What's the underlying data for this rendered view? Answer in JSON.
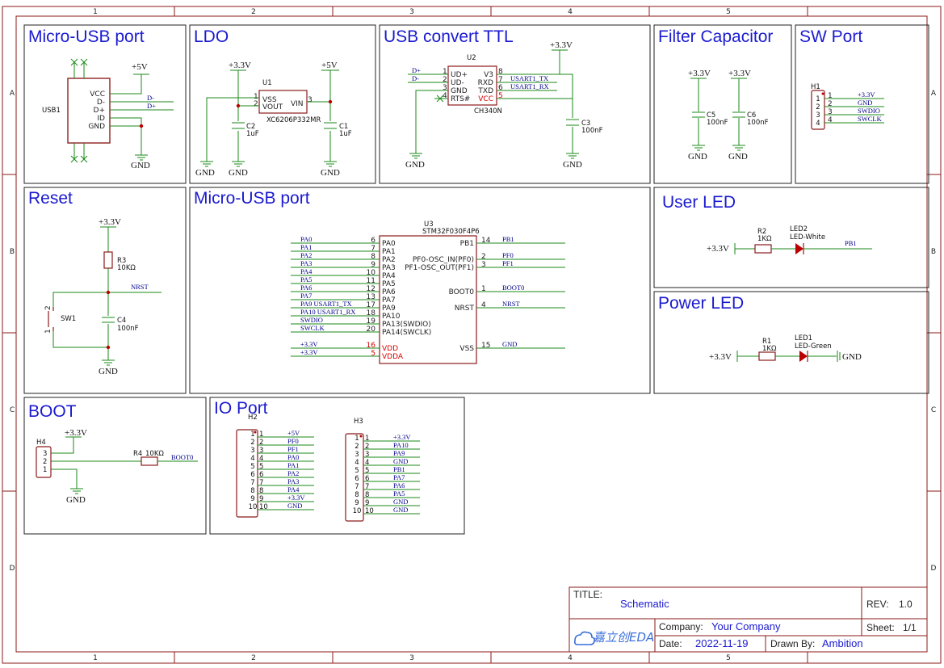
{
  "border": {
    "cols": [
      "1",
      "2",
      "3",
      "4",
      "5"
    ],
    "rows": [
      "A",
      "B",
      "C",
      "D"
    ]
  },
  "sections": {
    "usb": "Micro-USB port",
    "ldo": "LDO",
    "usbttl": "USB convert TTL",
    "filter": "Filter Capacitor",
    "sw": "SW Port",
    "reset": "Reset",
    "mcu": "Micro-USB port",
    "userled": "User LED",
    "powerled": "Power LED",
    "boot": "BOOT",
    "io": "IO Port"
  },
  "power": {
    "v5": "+5V",
    "v33": "+3.3V",
    "gnd": "GND"
  },
  "usb1": {
    "ref": "USB1",
    "pins": [
      "VCC",
      "D-",
      "D+",
      "ID",
      "GND"
    ],
    "nets": [
      "D-",
      "D+"
    ]
  },
  "u1": {
    "ref": "U1",
    "part": "XC6206P332MR",
    "pins": [
      "VSS",
      "VOUT",
      "VIN"
    ],
    "nums": [
      "1",
      "2",
      "3"
    ]
  },
  "c1": {
    "ref": "C1",
    "val": "1uF"
  },
  "c2": {
    "ref": "C2",
    "val": "1uF"
  },
  "u2": {
    "ref": "U2",
    "part": "CH340N",
    "lpins": [
      "UD+",
      "UD-",
      "GND",
      "RTS#"
    ],
    "lnums": [
      "1",
      "2",
      "3",
      "4"
    ],
    "rpins": [
      "V3",
      "RXD",
      "TXD",
      "VCC"
    ],
    "rnums": [
      "8",
      "7",
      "6",
      "5"
    ],
    "lnets": [
      "D+",
      "D-"
    ],
    "rnets": [
      "USART1_TX",
      "USART1_RX"
    ]
  },
  "c3": {
    "ref": "C3",
    "val": "100nF"
  },
  "c5": {
    "ref": "C5",
    "val": "100nF"
  },
  "c6": {
    "ref": "C6",
    "val": "100nF"
  },
  "h1": {
    "ref": "H1",
    "nums": [
      "1",
      "2",
      "3",
      "4"
    ],
    "nets": [
      "+3.3V",
      "GND",
      "SWDIO",
      "SWCLK"
    ]
  },
  "reset": {
    "r3": "R3",
    "r3v": "10KΩ",
    "c4": "C4",
    "c4v": "100nF",
    "sw": "SW1",
    "net": "NRST",
    "swpins": [
      "2",
      "1"
    ]
  },
  "u3": {
    "ref": "U3",
    "part": "STM32F030F4P6",
    "lnets": [
      "PA0",
      "PA1",
      "PA2",
      "PA3",
      "PA4",
      "PA5",
      "PA6",
      "PA7",
      "PA9   USART1_TX",
      "PA10  USART1_RX",
      "SWDIO",
      "SWCLK"
    ],
    "lnums": [
      "6",
      "7",
      "8",
      "9",
      "10",
      "11",
      "12",
      "13",
      "17",
      "18",
      "19",
      "20"
    ],
    "lpins": [
      "PA0",
      "PA1",
      "PA2",
      "PA3",
      "PA4",
      "PA5",
      "PA6",
      "PA7",
      "PA9",
      "PA10",
      "PA13(SWDIO)",
      "PA14(SWCLK)"
    ],
    "pwrnets": [
      "+3.3V",
      "+3.3V"
    ],
    "pwrnums": [
      "16",
      "5"
    ],
    "pwrpins": [
      "VDD",
      "VDDA"
    ],
    "rpins": [
      "PB1",
      "PF0-OSC_IN(PF0)",
      "PF1-OSC_OUT(PF1)",
      "BOOT0",
      "NRST",
      "VSS"
    ],
    "rnums": [
      "14",
      "2",
      "3",
      "1",
      "4",
      "15"
    ],
    "rnets": [
      "PB1",
      "PF0",
      "PF1",
      "BOOT0",
      "NRST",
      "GND"
    ]
  },
  "userled": {
    "r": "R2",
    "rv": "1KΩ",
    "led": "LED2",
    "ledv": "LED-White",
    "net": "PB1",
    "src": "+3.3V"
  },
  "powerled": {
    "r": "R1",
    "rv": "1KΩ",
    "led": "LED1",
    "ledv": "LED-Green",
    "src": "+3.3V",
    "gnd": "GND"
  },
  "bootsec": {
    "h": "H4",
    "r": "R4",
    "rv": "10KΩ",
    "net": "BOOT0",
    "nums": [
      "3",
      "2",
      "1"
    ]
  },
  "h2": {
    "ref": "H2",
    "nums": [
      "1",
      "2",
      "3",
      "4",
      "5",
      "6",
      "7",
      "8",
      "9",
      "10"
    ],
    "nets": [
      "+5V",
      "PF0",
      "PF1",
      "PA0",
      "PA1",
      "PA2",
      "PA3",
      "PA4",
      "+3.3V",
      "GND"
    ]
  },
  "h3": {
    "ref": "H3",
    "nums": [
      "1",
      "2",
      "3",
      "4",
      "5",
      "6",
      "7",
      "8",
      "9",
      "10"
    ],
    "nets": [
      "+3.3V",
      "PA10",
      "PA9",
      "GND",
      "PB1",
      "PA7",
      "PA6",
      "PA5",
      "GND",
      "GND"
    ]
  },
  "titleblock": {
    "title_label": "TITLE:",
    "title": "Schematic",
    "rev_label": "REV:",
    "rev": "1.0",
    "company_label": "Company:",
    "company": "Your Company",
    "sheet_label": "Sheet:",
    "sheet": "1/1",
    "date_label": "Date:",
    "date": "2022-11-19",
    "drawn_label": "Drawn By:",
    "drawn": "Ambition",
    "logo": "嘉立创EDA"
  }
}
